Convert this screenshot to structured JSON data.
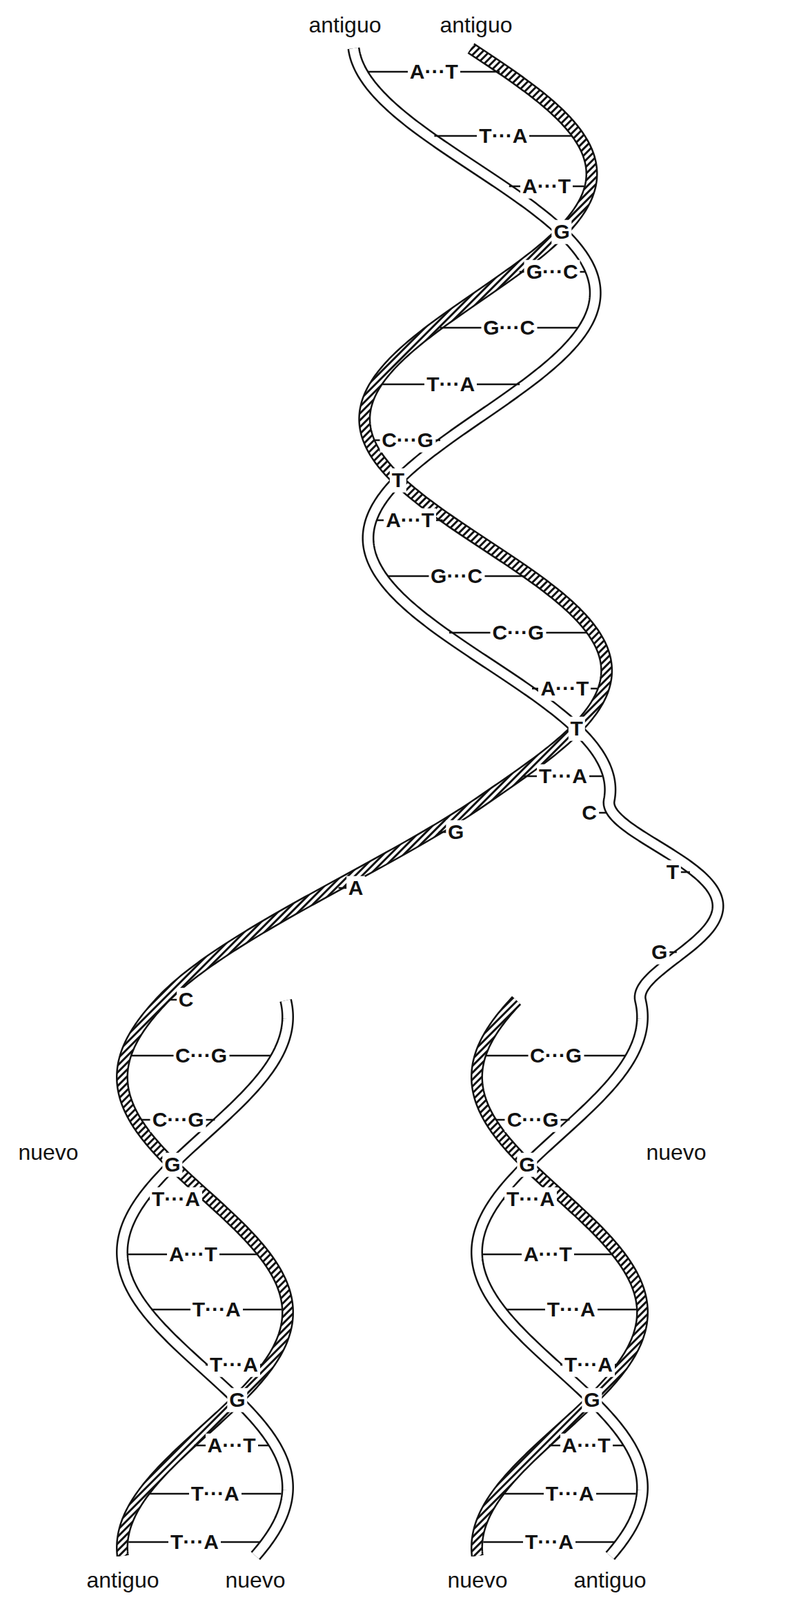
{
  "diagram": {
    "labels": [
      "antiguo",
      "antiguo",
      "A···T",
      "T···A",
      "A···T",
      "G",
      "G···C",
      "G···C",
      "T···A",
      "C···G",
      "T",
      "A···T",
      "G···C",
      "C···G",
      "A···T",
      "T",
      "T···A",
      "C",
      "G",
      "T",
      "A",
      "G",
      "C",
      "C···G",
      "C···G",
      "C···G",
      "C···G",
      "nuevo",
      "nuevo",
      "G",
      "G",
      "T···A",
      "T···A",
      "A···T",
      "A···T",
      "T···A",
      "T···A",
      "T···A",
      "T···A",
      "G",
      "G",
      "A···T",
      "A···T",
      "T···A",
      "T···A",
      "T···A",
      "T···A",
      "antiguo",
      "nuevo",
      "nuevo",
      "antiguo"
    ]
  }
}
